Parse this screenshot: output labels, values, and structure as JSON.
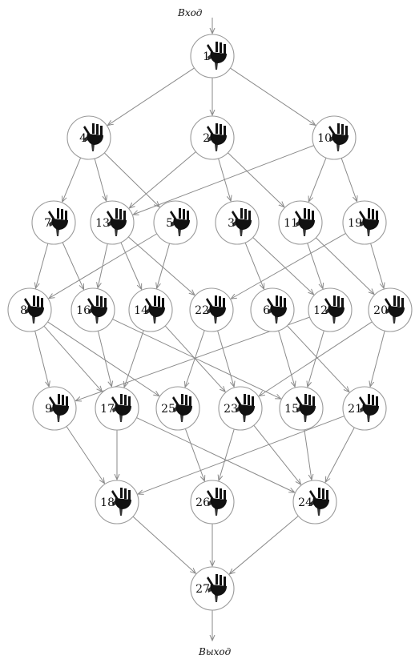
{
  "diagram": {
    "input_label": "Вход",
    "output_label": "Выход",
    "nodes": [
      {
        "id": "1"
      },
      {
        "id": "4"
      },
      {
        "id": "2"
      },
      {
        "id": "10"
      },
      {
        "id": "7"
      },
      {
        "id": "13"
      },
      {
        "id": "5"
      },
      {
        "id": "3"
      },
      {
        "id": "11"
      },
      {
        "id": "19"
      },
      {
        "id": "8"
      },
      {
        "id": "16"
      },
      {
        "id": "14"
      },
      {
        "id": "22"
      },
      {
        "id": "6"
      },
      {
        "id": "12"
      },
      {
        "id": "20"
      },
      {
        "id": "9"
      },
      {
        "id": "17"
      },
      {
        "id": "25"
      },
      {
        "id": "23"
      },
      {
        "id": "15"
      },
      {
        "id": "21"
      },
      {
        "id": "18"
      },
      {
        "id": "26"
      },
      {
        "id": "24"
      },
      {
        "id": "27"
      }
    ],
    "edges": [
      [
        "1",
        "4"
      ],
      [
        "1",
        "2"
      ],
      [
        "1",
        "10"
      ],
      [
        "4",
        "7"
      ],
      [
        "4",
        "13"
      ],
      [
        "4",
        "5"
      ],
      [
        "2",
        "13"
      ],
      [
        "2",
        "3"
      ],
      [
        "2",
        "11"
      ],
      [
        "10",
        "13"
      ],
      [
        "10",
        "11"
      ],
      [
        "10",
        "19"
      ],
      [
        "7",
        "8"
      ],
      [
        "7",
        "16"
      ],
      [
        "13",
        "16"
      ],
      [
        "13",
        "14"
      ],
      [
        "13",
        "22"
      ],
      [
        "5",
        "8"
      ],
      [
        "5",
        "14"
      ],
      [
        "3",
        "6"
      ],
      [
        "3",
        "12"
      ],
      [
        "11",
        "12"
      ],
      [
        "11",
        "20"
      ],
      [
        "19",
        "22"
      ],
      [
        "19",
        "20"
      ],
      [
        "8",
        "9"
      ],
      [
        "8",
        "17"
      ],
      [
        "8",
        "25"
      ],
      [
        "16",
        "17"
      ],
      [
        "16",
        "15"
      ],
      [
        "14",
        "17"
      ],
      [
        "14",
        "23"
      ],
      [
        "22",
        "25"
      ],
      [
        "22",
        "23"
      ],
      [
        "6",
        "15"
      ],
      [
        "6",
        "21"
      ],
      [
        "12",
        "9"
      ],
      [
        "12",
        "15"
      ],
      [
        "20",
        "23"
      ],
      [
        "20",
        "21"
      ],
      [
        "9",
        "18"
      ],
      [
        "17",
        "18"
      ],
      [
        "17",
        "24"
      ],
      [
        "25",
        "26"
      ],
      [
        "23",
        "26"
      ],
      [
        "23",
        "24"
      ],
      [
        "15",
        "24"
      ],
      [
        "21",
        "18"
      ],
      [
        "21",
        "24"
      ],
      [
        "18",
        "27"
      ],
      [
        "26",
        "27"
      ],
      [
        "24",
        "27"
      ]
    ]
  }
}
